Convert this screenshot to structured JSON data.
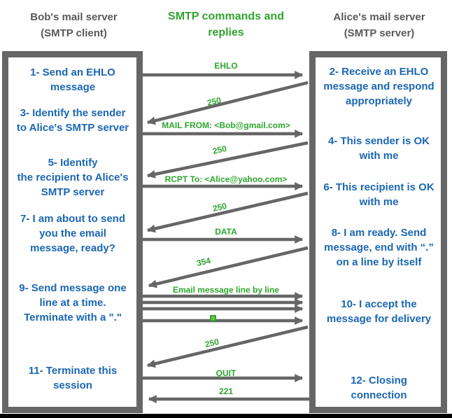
{
  "header": {
    "client": {
      "line1": "Bob's mail server",
      "line2": "(SMTP client)"
    },
    "center": {
      "line1": "SMTP commands and",
      "line2": "replies"
    },
    "server": {
      "line1": "Alice's mail server",
      "line2": "(SMTP server)"
    }
  },
  "client_steps": [
    {
      "text": "1- Send an EHLO\nmessage"
    },
    {
      "text": "3- Identify the sender\nto Alice's SMTP server"
    },
    {
      "text": "5- Identify\nthe recipient to Alice's\nSMTP server"
    },
    {
      "text": "7- I am about to send\nyou the email\nmessage, ready?"
    },
    {
      "text": "9- Send message one\nline at a time.\nTerminate with a \".\""
    },
    {
      "text": "11- Terminate this\nsession"
    }
  ],
  "server_steps": [
    {
      "text": "2- Receive an EHLO\nmessage and respond\nappropriately"
    },
    {
      "text": "4- This sender is OK\nwith me"
    },
    {
      "text": "6- This recipient is OK\nwith me"
    },
    {
      "text": "8-  I am ready. Send\nmessage, end with “.”\non a line by itself"
    },
    {
      "text": "10-  I accept the\nmessage for delivery"
    },
    {
      "text": "12-  Closing\nconnection"
    }
  ],
  "messages": [
    {
      "label": "EHLO",
      "from": "client",
      "to": "server"
    },
    {
      "label": "250",
      "from": "server",
      "to": "client"
    },
    {
      "label": "MAIL FROM: <Bob@gmail.com>",
      "from": "client",
      "to": "server"
    },
    {
      "label": "250",
      "from": "server",
      "to": "client"
    },
    {
      "label": "RCPT To: <Alice@yahoo.com>",
      "from": "client",
      "to": "server"
    },
    {
      "label": "250",
      "from": "server",
      "to": "client"
    },
    {
      "label": "DATA",
      "from": "client",
      "to": "server"
    },
    {
      "label": "354",
      "from": "server",
      "to": "client"
    },
    {
      "label": "Email message line by line",
      "from": "client",
      "to": "server",
      "arrow_count": 4,
      "terminator_icon": "green-square-dot"
    },
    {
      "label": "250",
      "from": "server",
      "to": "client"
    },
    {
      "label": "QUIT",
      "from": "client",
      "to": "server"
    },
    {
      "label": "221",
      "from": "server",
      "to": "client"
    }
  ],
  "colors": {
    "label_green": "#2FA52F",
    "step_blue": "#1B67B3",
    "box_gray": "#666666",
    "header_gray": "#595959",
    "bottom_bar_black": "#000000"
  }
}
